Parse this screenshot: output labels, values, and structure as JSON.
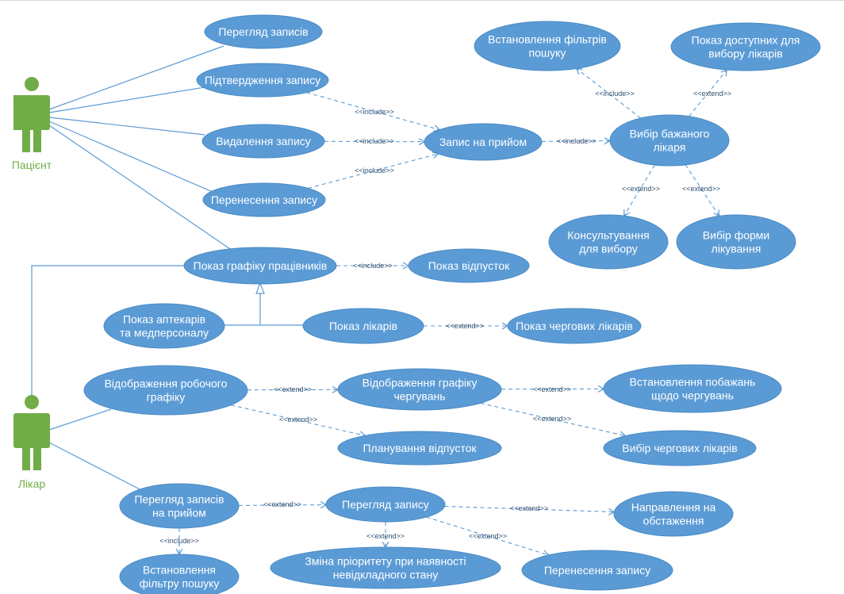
{
  "colors": {
    "usecase_fill": "#5b9bd5",
    "usecase_text": "#ffffff",
    "line": "#5b9bd5",
    "actor": "#70ad47",
    "label": "#2f4f6f"
  },
  "actors": [
    {
      "id": "patient",
      "label": "Пацієнт"
    },
    {
      "id": "doctor",
      "label": "Лікар"
    }
  ],
  "usecases": [
    {
      "id": "view_records",
      "lines": [
        "Перегляд записів"
      ]
    },
    {
      "id": "confirm_record",
      "lines": [
        "Підтвердження запису"
      ]
    },
    {
      "id": "delete_record",
      "lines": [
        "Видалення запису"
      ]
    },
    {
      "id": "move_record",
      "lines": [
        "Перенесення запису"
      ]
    },
    {
      "id": "appointment",
      "lines": [
        "Запис на прийом"
      ]
    },
    {
      "id": "search_filters",
      "lines": [
        "Встановлення фільтрів",
        "пошуку"
      ]
    },
    {
      "id": "available_doctors",
      "lines": [
        "Показ доступних для",
        "вибору лікарів"
      ]
    },
    {
      "id": "choose_doctor",
      "lines": [
        "Вибір бажаного",
        "лікаря"
      ]
    },
    {
      "id": "consulting",
      "lines": [
        "Консультування",
        "для вибору"
      ]
    },
    {
      "id": "treatment_form",
      "lines": [
        "Вибір форми",
        "лікування"
      ]
    },
    {
      "id": "staff_schedule",
      "lines": [
        "Показ графіку працівників"
      ]
    },
    {
      "id": "vacations",
      "lines": [
        "Показ відпусток"
      ]
    },
    {
      "id": "pharmacists",
      "lines": [
        "Показ аптекарів",
        "та медперсоналу"
      ]
    },
    {
      "id": "doctors",
      "lines": [
        "Показ лікарів"
      ]
    },
    {
      "id": "duty_doctors",
      "lines": [
        "Показ чергових лікарів"
      ]
    },
    {
      "id": "work_schedule",
      "lines": [
        "Відображення робочого",
        "графіку"
      ]
    },
    {
      "id": "duty_schedule",
      "lines": [
        "Відображення графіку",
        "чергувань"
      ]
    },
    {
      "id": "duty_wishes",
      "lines": [
        "Встановлення побажань",
        "щодо чергувань"
      ]
    },
    {
      "id": "vacation_planning",
      "lines": [
        "Планування відпусток"
      ]
    },
    {
      "id": "choose_duty_doctors",
      "lines": [
        "Вибір чергових лікарів"
      ]
    },
    {
      "id": "view_appointments",
      "lines": [
        "Перегляд записів",
        "на прийом"
      ]
    },
    {
      "id": "view_record",
      "lines": [
        "Перегляд запису"
      ]
    },
    {
      "id": "exam_referral",
      "lines": [
        "Направлення на",
        "обстаження"
      ]
    },
    {
      "id": "search_filter",
      "lines": [
        "Встановлення",
        "фільтру пошуку"
      ]
    },
    {
      "id": "priority_change",
      "lines": [
        "Зміна пріоритету при наявності",
        "невідкладного стану"
      ]
    },
    {
      "id": "move_record_doctor",
      "lines": [
        "Перенесення запису"
      ]
    }
  ],
  "relations": [
    {
      "from": "confirm_record",
      "to": "appointment",
      "label": "<<include>>"
    },
    {
      "from": "delete_record",
      "to": "appointment",
      "label": "<<include>>"
    },
    {
      "from": "move_record",
      "to": "appointment",
      "label": "<<include>>"
    },
    {
      "from": "appointment",
      "to": "choose_doctor",
      "label": "<<include>>"
    },
    {
      "from": "choose_doctor",
      "to": "search_filters",
      "label": "<<include>>"
    },
    {
      "from": "choose_doctor",
      "to": "available_doctors",
      "label": "<<extend>>"
    },
    {
      "from": "choose_doctor",
      "to": "consulting",
      "label": "<<extend>>"
    },
    {
      "from": "choose_doctor",
      "to": "treatment_form",
      "label": "<<extend>>"
    },
    {
      "from": "staff_schedule",
      "to": "vacations",
      "label": "<<include>>"
    },
    {
      "from": "doctors",
      "to": "duty_doctors",
      "label": "<<extend>>"
    },
    {
      "from": "work_schedule",
      "to": "duty_schedule",
      "label": "<<extend>>"
    },
    {
      "from": "work_schedule",
      "to": "vacation_planning",
      "label": "<<extend>>"
    },
    {
      "from": "duty_schedule",
      "to": "duty_wishes",
      "label": "<<extend>>"
    },
    {
      "from": "duty_schedule",
      "to": "choose_duty_doctors",
      "label": "<<extend>>"
    },
    {
      "from": "view_appointments",
      "to": "view_record",
      "label": "<<extend>>"
    },
    {
      "from": "view_appointments",
      "to": "search_filter",
      "label": "<<include>>"
    },
    {
      "from": "view_record",
      "to": "exam_referral",
      "label": "<<extend>>"
    },
    {
      "from": "view_record",
      "to": "priority_change",
      "label": "<<extend>>"
    },
    {
      "from": "view_record",
      "to": "move_record_doctor",
      "label": "<<extend>>"
    }
  ]
}
